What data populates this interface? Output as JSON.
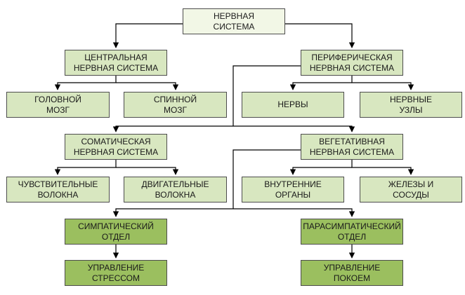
{
  "nodes": {
    "root": "НЕРВНАЯ\nСИСТЕМА",
    "cns": "ЦЕНТРАЛЬНАЯ\nНЕРВНАЯ СИСТЕМА",
    "pns": "ПЕРИФЕРИЧЕСКАЯ\nНЕРВНАЯ СИСТЕМА",
    "brain": "ГОЛОВНОЙ\nМОЗГ",
    "spinal": "СПИННОЙ\nМОЗГ",
    "nerves": "НЕРВЫ",
    "ganglia": "НЕРВНЫЕ\nУЗЛЫ",
    "somatic": "СОМАТИЧЕСКАЯ\nНЕРВНАЯ СИСТЕМА",
    "autonomic": "ВЕГЕТАТИВНАЯ\nНЕРВНАЯ СИСТЕМА",
    "sensory": "ЧУВСТВИТЕЛЬНЫЕ\nВОЛОКНА",
    "motor": "ДВИГАТЕЛЬНЫЕ\nВОЛОКНА",
    "organs": "ВНУТРЕННИЕ\nОРГАНЫ",
    "glands": "ЖЕЛЕЗЫ И\nСОСУДЫ",
    "sympathetic": "СИМПАТИЧЕСКИЙ\nОТДЕЛ",
    "parasympathetic": "ПАРАСИМПАТИЧЕСКИЙ\nОТДЕЛ",
    "stress": "УПРАВЛЕНИЕ\nСТРЕССОМ",
    "rest": "УПРАВЛЕНИЕ\nПОКОЕМ"
  }
}
